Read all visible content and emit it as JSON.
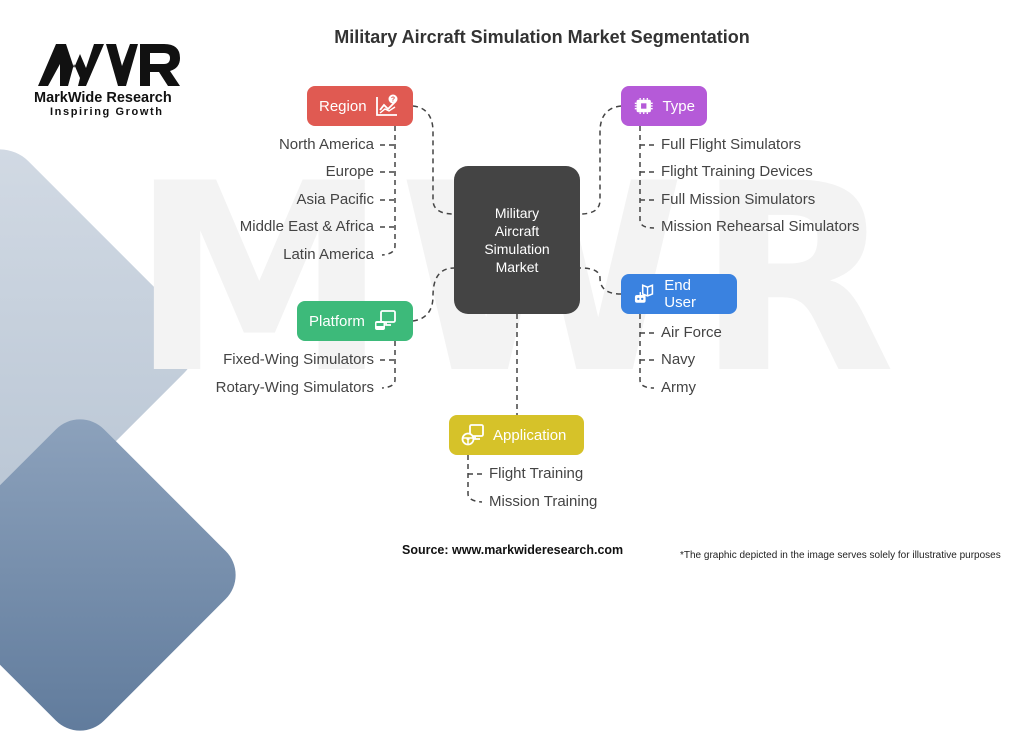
{
  "title": "Military Aircraft Simulation Market Segmentation",
  "logo": {
    "mark": "MWR",
    "name": "MarkWide Research",
    "tagline": "Inspiring Growth"
  },
  "center": {
    "label": "Military Aircraft Simulation Market",
    "color": "#444444"
  },
  "categories": {
    "region": {
      "label": "Region",
      "icon": "chart-question-icon",
      "color": "#e05a52",
      "items": [
        "North America",
        "Europe",
        "Asia Pacific",
        "Middle East & Africa",
        "Latin America"
      ]
    },
    "type": {
      "label": "Type",
      "icon": "chip-icon",
      "color": "#b55ad8",
      "items": [
        "Full Flight Simulators",
        "Flight Training Devices",
        "Full Mission Simulators",
        "Mission Rehearsal Simulators"
      ]
    },
    "platform": {
      "label": "Platform",
      "icon": "monitor-vehicle-icon",
      "color": "#3dba7a",
      "items": [
        "Fixed-Wing Simulators",
        "Rotary-Wing Simulators"
      ]
    },
    "end_user": {
      "label": "End User",
      "icon": "book-robot-icon",
      "color": "#3a82e0",
      "items": [
        "Air Force",
        "Navy",
        "Army"
      ]
    },
    "application": {
      "label": "Application",
      "icon": "steering-monitor-icon",
      "color": "#d6c229",
      "items": [
        "Flight Training",
        "Mission Training"
      ]
    }
  },
  "footer": {
    "source": "Source: www.markwideresearch.com",
    "disclaimer": "*The graphic depicted in the image serves solely for illustrative purposes"
  }
}
